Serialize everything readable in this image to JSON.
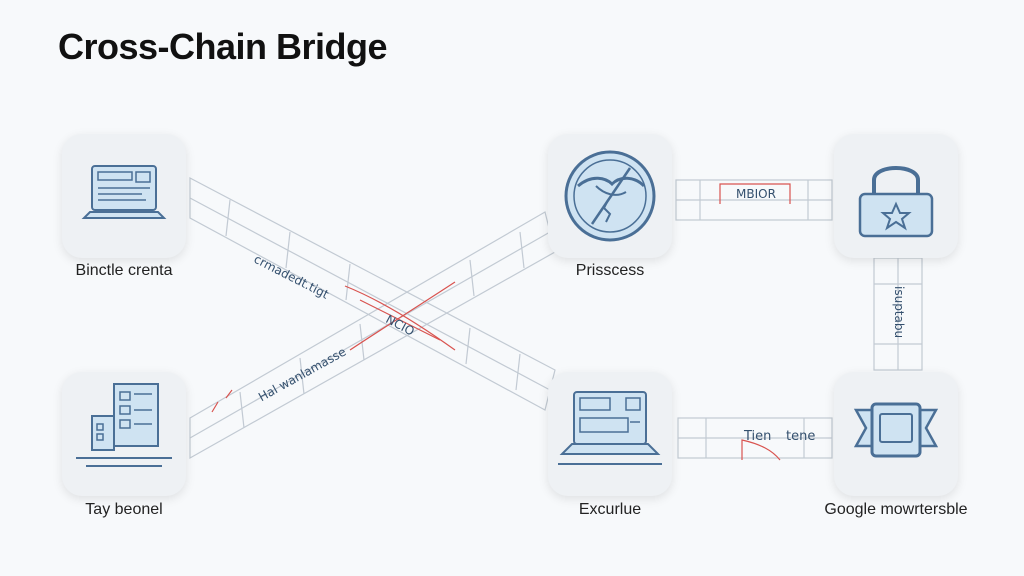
{
  "title": "Cross-Chain Bridge",
  "colors": {
    "icon": "#4a6f96",
    "icon_fill": "#cfe3f2",
    "track": "#c2cad3",
    "accent": "#d9534f"
  },
  "nodes": [
    {
      "label": "Binctle crenta",
      "icon": "laptop-icon"
    },
    {
      "label": "Prisscess",
      "icon": "handshake-icon"
    },
    {
      "label": "",
      "icon": "padlock-icon"
    },
    {
      "label": "Tay beonel",
      "icon": "document-stack-icon"
    },
    {
      "label": "Excurlue",
      "icon": "laptop-icon"
    },
    {
      "label": "Google mowrtersble",
      "icon": "ribbon-badge-icon"
    }
  ],
  "bridge_labels": {
    "cross_upper": "crmadedt.tigt",
    "cross_lower": "Hal wanlamasse",
    "cross_center": "NCIO",
    "top_right": "MBIOR",
    "right_vertical": "isuptabu",
    "bottom_right_left": "Tien",
    "bottom_right_right": "tene"
  }
}
